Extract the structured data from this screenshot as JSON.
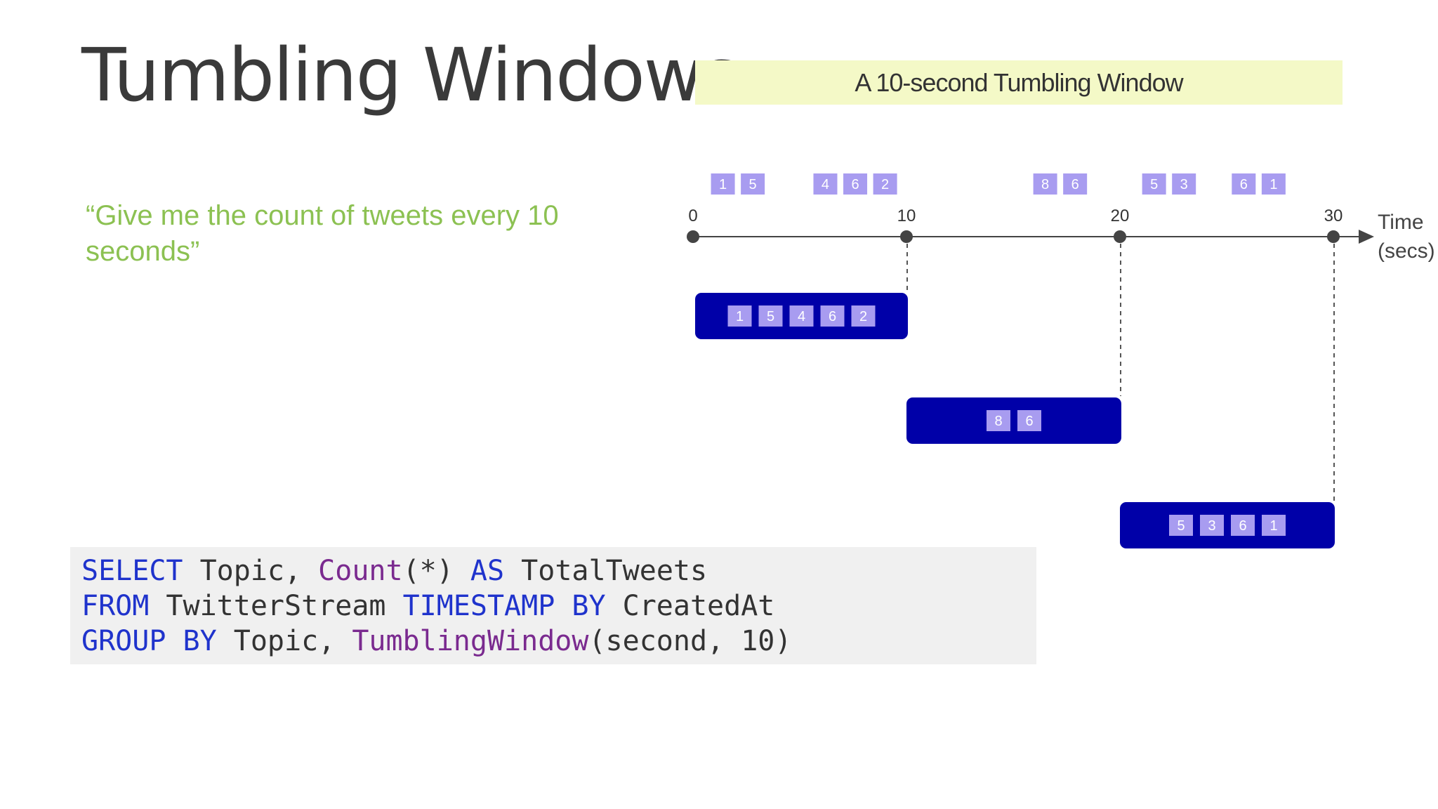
{
  "slide": {
    "title": "Tumbling Windows",
    "quote": "“Give me the count of tweets every 10 seconds”",
    "banner": "A 10-second Tumbling Window"
  },
  "colors": {
    "title": "#3a3a3a",
    "quote": "#8cc152",
    "banner_bg": "#f4f9c7",
    "event_chip": "#a89cf0",
    "window_box": "#0000a8",
    "axis": "#444444",
    "keyword": "#1f33cc",
    "function": "#7a2a8f",
    "code_bg": "#f0f0f0"
  },
  "timeline": {
    "axis_label_line1": "Time",
    "axis_label_line2": "(secs)",
    "ticks": [
      {
        "value": 0,
        "label": "0"
      },
      {
        "value": 10,
        "label": "10"
      },
      {
        "value": 20,
        "label": "20"
      },
      {
        "value": 30,
        "label": "30"
      }
    ],
    "events": [
      {
        "t": 1.4,
        "label": "1"
      },
      {
        "t": 2.8,
        "label": "5"
      },
      {
        "t": 6.2,
        "label": "4"
      },
      {
        "t": 7.6,
        "label": "6"
      },
      {
        "t": 9.0,
        "label": "2"
      },
      {
        "t": 16.5,
        "label": "8"
      },
      {
        "t": 17.9,
        "label": "6"
      },
      {
        "t": 21.6,
        "label": "5"
      },
      {
        "t": 23.0,
        "label": "3"
      },
      {
        "t": 25.8,
        "label": "6"
      },
      {
        "t": 27.2,
        "label": "1"
      }
    ],
    "windows": [
      {
        "start": 0,
        "end": 10,
        "events": [
          "1",
          "5",
          "4",
          "6",
          "2"
        ]
      },
      {
        "start": 10,
        "end": 20,
        "events": [
          "8",
          "6"
        ]
      },
      {
        "start": 20,
        "end": 30,
        "events": [
          "5",
          "3",
          "6",
          "1"
        ]
      }
    ]
  },
  "query": {
    "l1_kw1": "SELECT",
    "l1_t1": " Topic, ",
    "l1_fn": "Count",
    "l1_t2": "(*) ",
    "l1_kw2": "AS",
    "l1_t3": " TotalTweets",
    "l2_kw1": "FROM",
    "l2_t1": " TwitterStream ",
    "l2_kw2": "TIMESTAMP BY",
    "l2_t2": " CreatedAt",
    "l3_kw1": "GROUP BY",
    "l3_t1": " Topic, ",
    "l3_fn": "TumblingWindow",
    "l3_t2": "(second, 10)"
  }
}
